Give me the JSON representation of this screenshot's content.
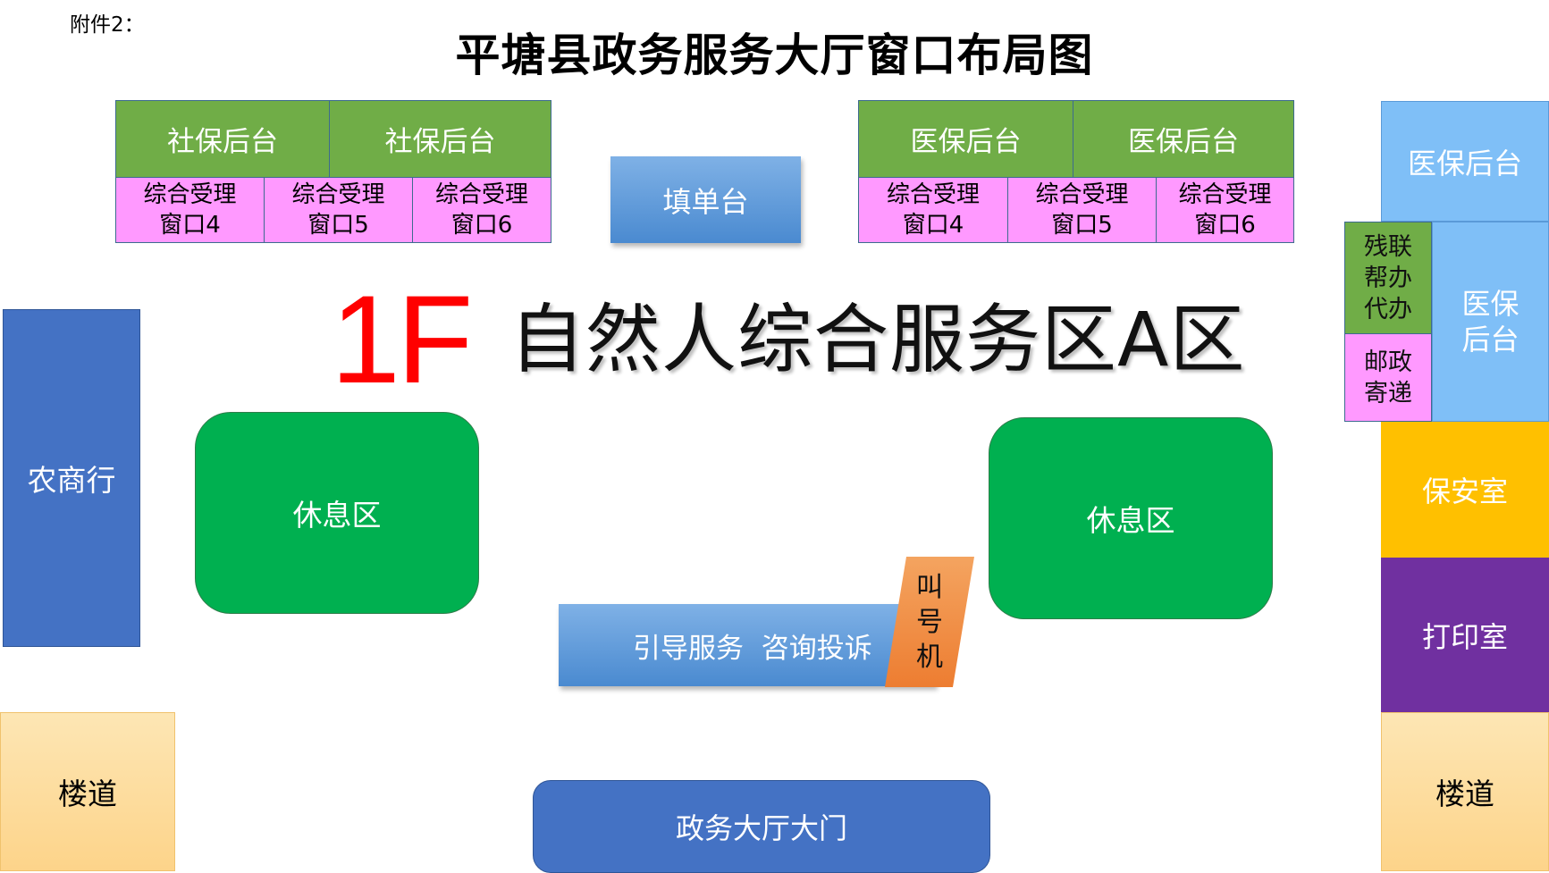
{
  "header": {
    "attachment": "附件2：",
    "title": "平塘县政务服务大厅窗口布局图"
  },
  "left_block": {
    "desks": [
      "社保后台",
      "社保后台"
    ],
    "windows": [
      {
        "line1": "综合受理",
        "line2": "窗口4"
      },
      {
        "line1": "综合受理",
        "line2": "窗口5"
      },
      {
        "line1": "综合受理",
        "line2": "窗口6"
      }
    ]
  },
  "right_block": {
    "desks": [
      "医保后台",
      "医保后台"
    ],
    "windows": [
      {
        "line1": "综合受理",
        "line2": "窗口4"
      },
      {
        "line1": "综合受理",
        "line2": "窗口5"
      },
      {
        "line1": "综合受理",
        "line2": "窗口6"
      }
    ]
  },
  "form_desk": "填单台",
  "floor_label": "1F",
  "zone_title": "自然人综合服务区A区",
  "rest_areas": [
    "休息区",
    "休息区"
  ],
  "bank": "农商行",
  "guide_desk": "引导服务  咨询投诉",
  "queue_machine": [
    "叫",
    "号",
    "机"
  ],
  "main_door": "政务大厅大门",
  "stairs": [
    "楼道",
    "楼道"
  ],
  "right_column": {
    "medical_top": "医保后台",
    "medical_mid": {
      "line1": "医保",
      "line2": "后台"
    },
    "disabled_help": [
      "残联",
      "帮办",
      "代办"
    ],
    "post": [
      "邮政",
      "寄递"
    ],
    "security": "保安室",
    "print_room": "打印室"
  },
  "colors": {
    "desk_green": "#70ad47",
    "window_pink": "#ff99ff",
    "rest_green": "#00b050",
    "bank_blue": "#4472c4",
    "stair_orange": "#fdd48a",
    "light_blue": "#7fbff7",
    "security_yellow": "#ffc000",
    "print_purple": "#7030a0",
    "queue_orange": "#ed7d31",
    "floor_red": "#ff0000"
  }
}
